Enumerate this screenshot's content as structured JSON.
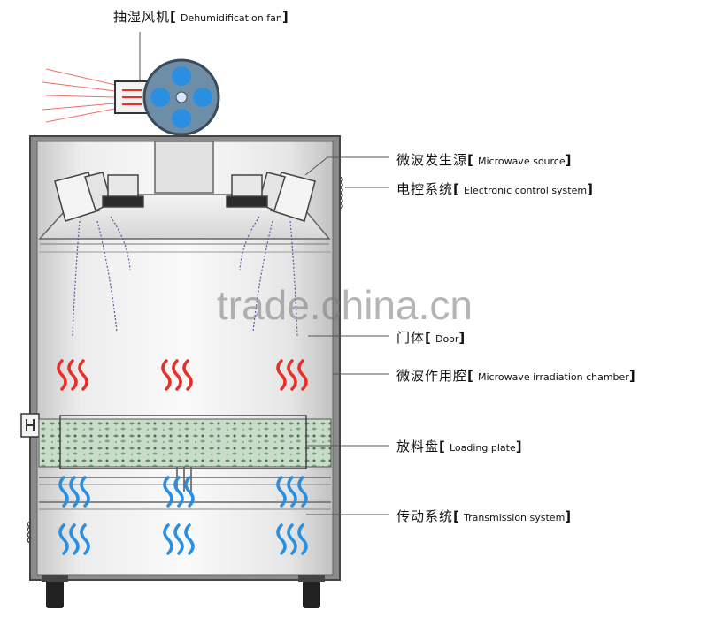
{
  "labels": {
    "fan": {
      "zh": "抽湿风机",
      "en": "Dehumidification fan"
    },
    "source": {
      "zh": "微波发生源",
      "en": "Microwave source"
    },
    "control": {
      "zh": "电控系统",
      "en": "Electronic control system"
    },
    "door": {
      "zh": "门体",
      "en": "Door"
    },
    "chamber": {
      "zh": "微波作用腔",
      "en": "Microwave irradiation chamber"
    },
    "plate": {
      "zh": "放料盘",
      "en": "Loading plate"
    },
    "transmission": {
      "zh": "传动系统",
      "en": "Transmission system"
    }
  },
  "watermark": "trade.china.cn",
  "colors": {
    "heat": "#e8302a",
    "cool": "#2a8fe0",
    "fan": "#6e8ea8",
    "fan_blade": "#2a8fe0",
    "frame": "#666666",
    "panel": "#e9e9e9"
  }
}
